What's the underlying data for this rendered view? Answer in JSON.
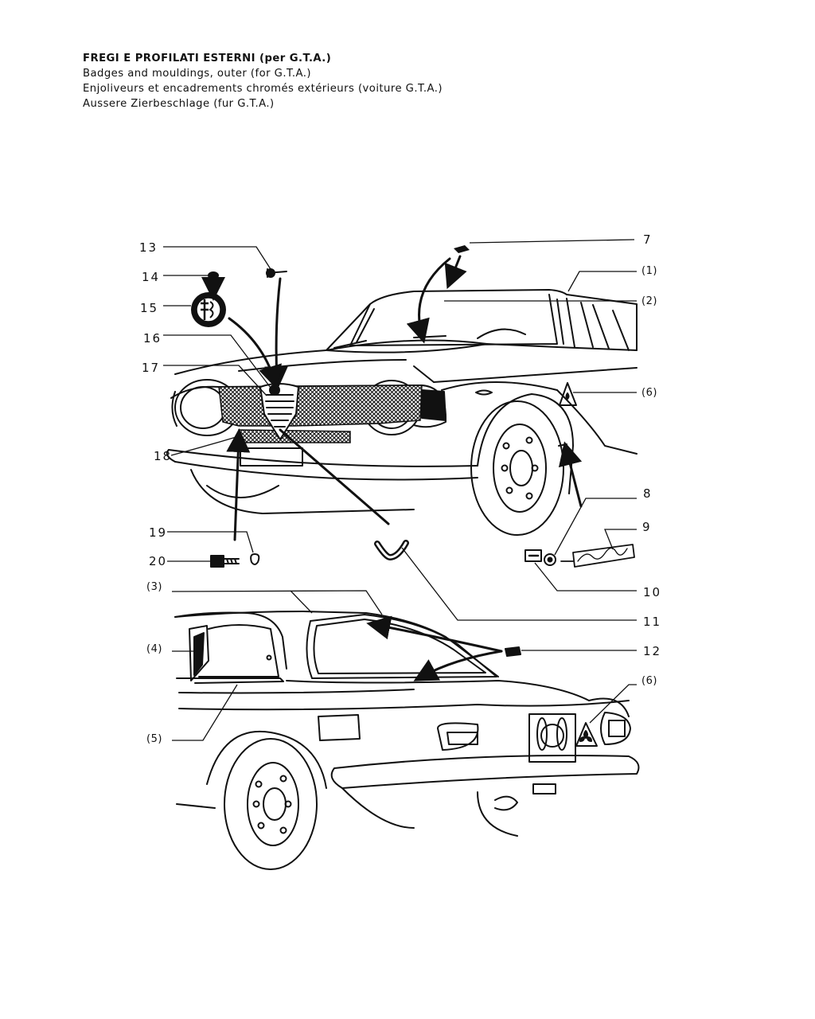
{
  "header": {
    "title_it": "FREGI E PROFILATI ESTERNI (per G.T.A.)",
    "title_en": "Badges and mouldings, outer (for G.T.A.)",
    "title_fr": "Enjoliveurs et encadrements chromés extérieurs (voiture G.T.A.)",
    "title_de": "Aussere Zierbeschlage (fur G.T.A.)"
  },
  "callouts": {
    "c7": "7",
    "c1": "(1)",
    "c2": "(2)",
    "c6a": "(6)",
    "c8": "8",
    "c9": "9",
    "c10": "10",
    "c11": "11",
    "c12": "12",
    "c6b": "(6)",
    "c13": "13",
    "c14": "14",
    "c15": "15",
    "c16": "16",
    "c17": "17",
    "c18": "18",
    "c19": "19",
    "c20": "20",
    "c3": "(3)",
    "c4": "(4)",
    "c5": "(5)"
  },
  "colors": {
    "ink": "#111111",
    "paper": "#ffffff"
  },
  "icons": {
    "front_view": "car-front-three-quarter-icon",
    "rear_view": "car-rear-three-quarter-icon",
    "badge": "alfa-romeo-badge-icon",
    "script": "bertone-script-badge-icon",
    "clover": "quadrifoglio-emblem-icon"
  }
}
